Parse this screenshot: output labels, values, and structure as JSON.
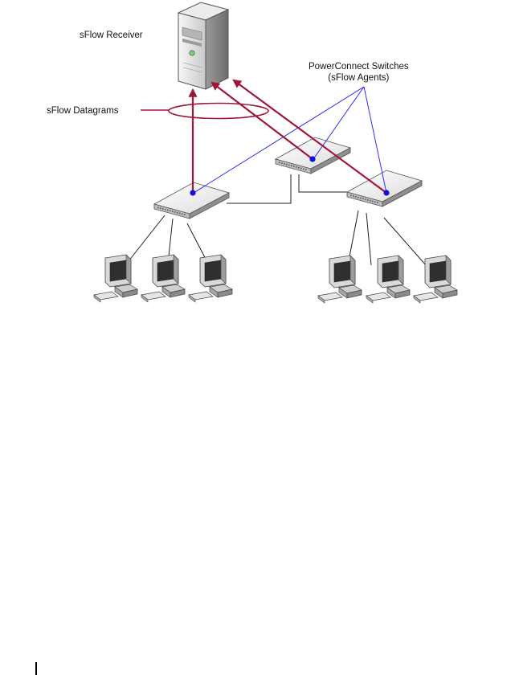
{
  "labels": {
    "receiver": "sFlow Receiver",
    "datagrams": "sFlow Datagrams",
    "switches_line1": "PowerConnect Switches",
    "switches_line2": "(sFlow Agents)"
  },
  "colors": {
    "datagram_arrow": "#a01636",
    "agent_callout": "#1a1aff",
    "agent_dot": "#1010e0",
    "link": "#222222"
  },
  "icons": {
    "receiver": "server-tower-icon",
    "switch": "network-switch-icon",
    "workstation": "desktop-computer-icon"
  }
}
